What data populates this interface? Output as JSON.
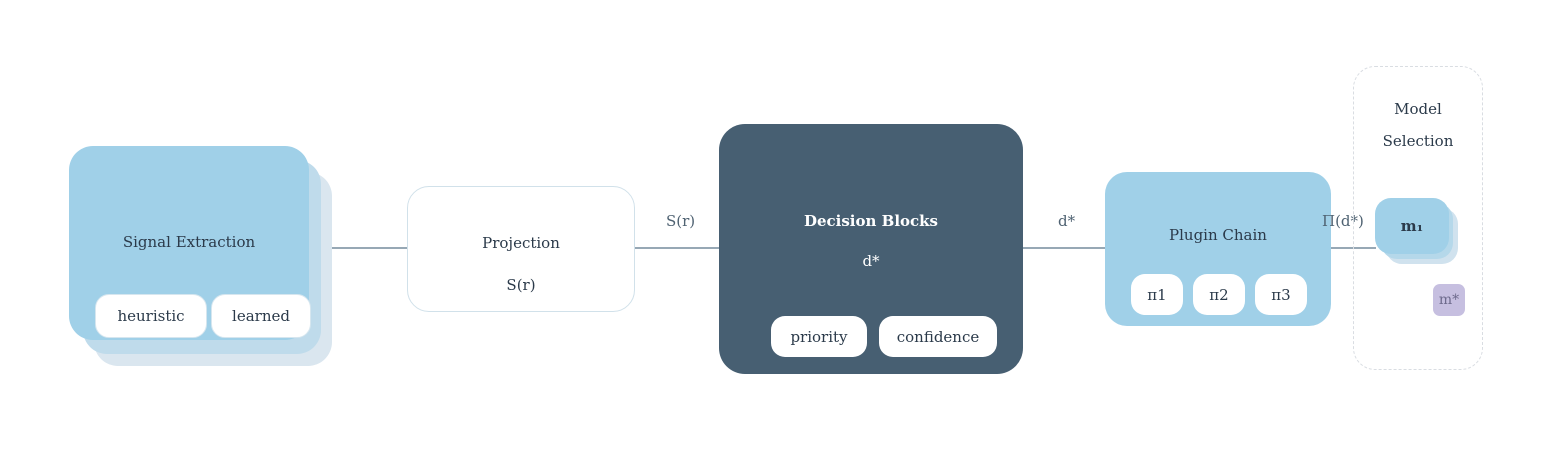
{
  "signal_extraction": {
    "title": "Signal Extraction",
    "pills": [
      "heuristic",
      "learned"
    ]
  },
  "projection": {
    "title": "Projection",
    "subtitle": "S(r)"
  },
  "edge_labels": {
    "projection_to_decision": "S(r)",
    "decision_to_plugin": "d*",
    "plugin_to_model": "Π(d*)"
  },
  "decision_blocks": {
    "title": "Decision Blocks",
    "subtitle": "d*",
    "pills": [
      "priority",
      "confidence"
    ]
  },
  "plugin_chain": {
    "title": "Plugin Chain",
    "pills": [
      "π1",
      "π2",
      "π3"
    ]
  },
  "model_selection": {
    "title_line1": "Model",
    "title_line2": "Selection",
    "model_label": "m₁",
    "selected_label": "m*"
  },
  "colors": {
    "light_blue": "#a0d0e8",
    "dark_slate": "#475f72",
    "connector": "#97a8b5",
    "lavender": "#c6bfe0"
  }
}
